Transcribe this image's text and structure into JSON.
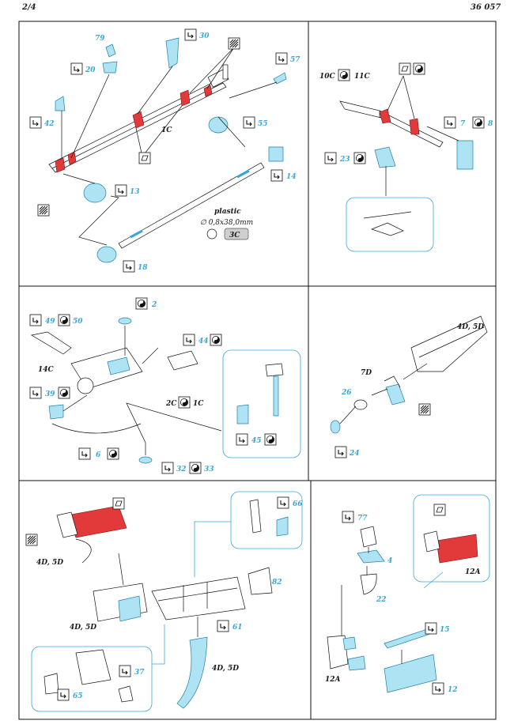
{
  "header": {
    "page": "2/4",
    "code": "36 057"
  },
  "panel1": {
    "labels": {
      "p79": "79",
      "p20": "20",
      "p30": "30",
      "p57": "57",
      "p42": "42",
      "p1c": "1C",
      "p55": "55",
      "p13": "13",
      "p14": "14",
      "p18": "18"
    },
    "plastic": {
      "title": "plastic",
      "dims": "∅ 0,8x38,0mm",
      "part": "3C"
    }
  },
  "panel2": {
    "labels": {
      "p10c": "10C",
      "p11c": "11C",
      "p7": "7",
      "p8": "8",
      "p23": "23"
    }
  },
  "panel3": {
    "labels": {
      "p2": "2",
      "p49": "49",
      "p50": "50",
      "p44": "44",
      "p14c": "14C",
      "p39": "39",
      "p2c": "2C",
      "p1c": "1C",
      "p45": "45",
      "p6": "6",
      "p32": "32",
      "p33": "33"
    }
  },
  "panel4": {
    "labels": {
      "p4d5d": "4D, 5D",
      "p7d": "7D",
      "p26": "26",
      "p24": "24"
    }
  },
  "panel5": {
    "labels": {
      "p4d5d_a": "4D, 5D",
      "p66": "66",
      "p82": "82",
      "p4d5d_b": "4D, 5D",
      "p61": "61",
      "p4d5d_c": "4D, 5D",
      "p37": "37",
      "p65": "65"
    }
  },
  "panel6": {
    "labels": {
      "p77": "77",
      "p4": "4",
      "p22": "22",
      "p12a_a": "12A",
      "p15": "15",
      "p12a_b": "12A",
      "p12": "12"
    }
  }
}
